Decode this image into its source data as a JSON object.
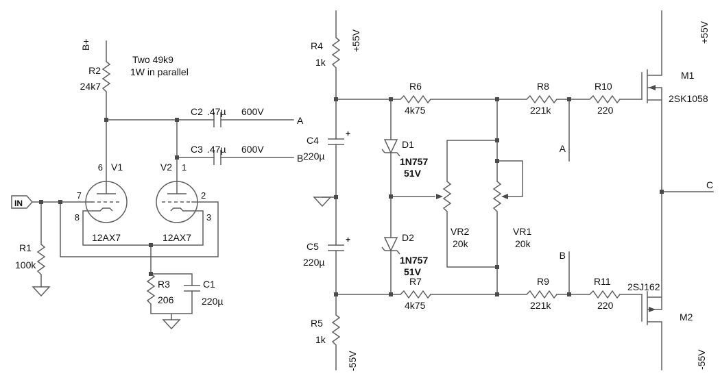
{
  "schematic": {
    "note": {
      "line1": "Two 49k9",
      "line2": "1W in parallel"
    },
    "input_label": "IN",
    "b_plus": "B+",
    "outputs": {
      "a": "A",
      "b": "B"
    },
    "tubes": {
      "v1": {
        "ref": "V1",
        "type": "12AX7",
        "pin_anode": "6",
        "pin_grid": "7",
        "pin_cathode": "8"
      },
      "v2": {
        "ref": "V2",
        "type": "12AX7",
        "pin_anode": "1",
        "pin_grid": "2",
        "pin_cathode": "3"
      }
    },
    "r1": {
      "ref": "R1",
      "value": "100k"
    },
    "r2": {
      "ref": "R2",
      "value": "24k7"
    },
    "r3": {
      "ref": "R3",
      "value": "206"
    },
    "c1": {
      "ref": "C1",
      "value": "220µ"
    },
    "c2": {
      "ref": "C2",
      "value": ".47µ",
      "rating": "600V"
    },
    "c3": {
      "ref": "C3",
      "value": ".47µ",
      "rating": "600V"
    },
    "rails": {
      "pos_left": "+55V",
      "neg_left": "-55V",
      "pos_right": "+55V",
      "neg_right": "-55V"
    },
    "r4": {
      "ref": "R4",
      "value": "1k"
    },
    "r5": {
      "ref": "R5",
      "value": "1k"
    },
    "c4": {
      "ref": "C4",
      "value": "220µ",
      "polarity": "+"
    },
    "c5": {
      "ref": "C5",
      "value": "220µ",
      "polarity": "+"
    },
    "d1": {
      "ref": "D1",
      "part": "1N757",
      "voltage": "51V"
    },
    "d2": {
      "ref": "D2",
      "part": "1N757",
      "voltage": "51V"
    },
    "r6": {
      "ref": "R6",
      "value": "4k75"
    },
    "r7": {
      "ref": "R7",
      "value": "4k75"
    },
    "r8": {
      "ref": "R8",
      "value": "221k"
    },
    "r9": {
      "ref": "R9",
      "value": "221k"
    },
    "r10": {
      "ref": "R10",
      "value": "220"
    },
    "r11": {
      "ref": "R11",
      "value": "220"
    },
    "vr1": {
      "ref": "VR1",
      "value": "20k"
    },
    "vr2": {
      "ref": "VR2",
      "value": "20k"
    },
    "m1": {
      "ref": "M1",
      "part": "2SK1058"
    },
    "m2": {
      "ref": "M2",
      "part": "2SJ162"
    },
    "nodes": {
      "a": "A",
      "b": "B",
      "c": "C"
    }
  }
}
